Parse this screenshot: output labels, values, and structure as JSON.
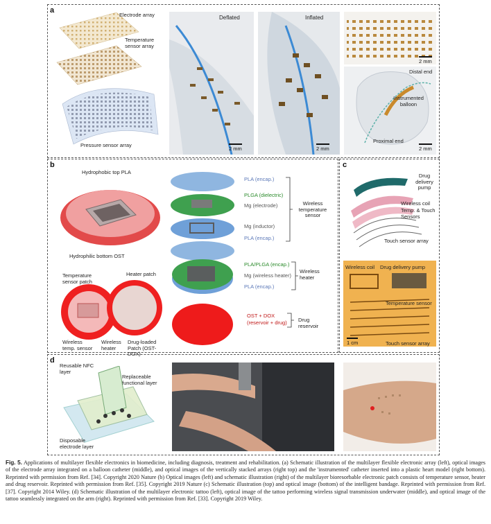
{
  "panel_a": {
    "label": "a",
    "schematic_labels": [
      "Electrode array",
      "Temperature sensor array",
      "Pressure sensor array"
    ],
    "photo_titles": [
      "Deflated",
      "Inflated"
    ],
    "heart_labels": [
      "Distal end",
      "Instrumented balloon",
      "Proximal end"
    ],
    "scale_bars": [
      "2 mm",
      "2 mm",
      "2 mm",
      "2 mm"
    ]
  },
  "panel_b": {
    "label": "b",
    "top_left_labels": [
      "Hydrophobic top PLA",
      "Hydrophilic bottom OST"
    ],
    "stack_layers": [
      {
        "text": "PLA (encap.)",
        "color": "blue"
      },
      {
        "text": "PLGA (dielectric)",
        "color": "green"
      },
      {
        "text": "Mg (electrode)",
        "color": "gray"
      },
      {
        "text": "Mg (inductor)",
        "color": "gray"
      },
      {
        "text": "PLA (encap.)",
        "color": "blue"
      }
    ],
    "stack_group": "Wireless temperature sensor",
    "heater_layers": [
      {
        "text": "PLA/PLGA (encap.)",
        "color": "green"
      },
      {
        "text": "Mg (wireless heater)",
        "color": "gray"
      },
      {
        "text": "PLA (encap.)",
        "color": "blue"
      }
    ],
    "heater_group": "Wireless heater",
    "drug_layers": [
      "OST + DOX",
      "(reservoir + drug)"
    ],
    "drug_group": "Drug reservoir",
    "patch_labels": [
      "Temperature sensor patch",
      "Heater patch",
      "Wireless temp. sensor",
      "Wireless heater",
      "Drug-loaded Patch (OST-DOX)"
    ]
  },
  "panel_c": {
    "label": "c",
    "labels": [
      "Drug delivery pump",
      "Wireless coil",
      "Temp. & Touch Sensors",
      "Touch sensor array"
    ],
    "photo_labels": [
      "Wireless coil",
      "Drug delivery pump",
      "Temperature sensor",
      "Touch sensor array"
    ],
    "scale": "1 cm"
  },
  "panel_d": {
    "label": "d",
    "labels": [
      "Reusable NFC layer",
      "Replaceable functional layer",
      "Disposable electrode layer"
    ]
  },
  "caption": {
    "fig_label": "Fig. 5.",
    "text": "Applications of multilayer flexible electronics in biomedicine, including diagnosis, treatment and rehabilitation. (a) Schematic illustration of the multilayer flexible electronic array (left), optical images of the electrode array integrated on a balloon catheter (middle), and optical images of the vertically stacked arrays (right top) and the 'instrumented' catheter inserted into a plastic heart model (right bottom). Reprinted with permission from Ref. [34]. Copyright 2020 Nature (b) Optical images (left) and schematic illustration (right) of the multilayer bioresorbable electronic patch consists of temperature sensor, heater and drug reservoir. Reprinted with permission from Ref. [35]. Copyright 2019 Nature (c) Schematic illustration (top) and optical image (bottom) of the intelligent bandage. Reprinted with permission from Ref. [37]. Copyright 2014 Wiley. (d) Schematic illustration of the multilayer electronic tattoo (left), optical image of the tattoo performing wireless signal transmission underwater (middle), and optical image of the tattoo seamlessly integrated on the arm (right). Reprinted with permission from Ref. [33]. Copyright 2019 Wiley."
  }
}
